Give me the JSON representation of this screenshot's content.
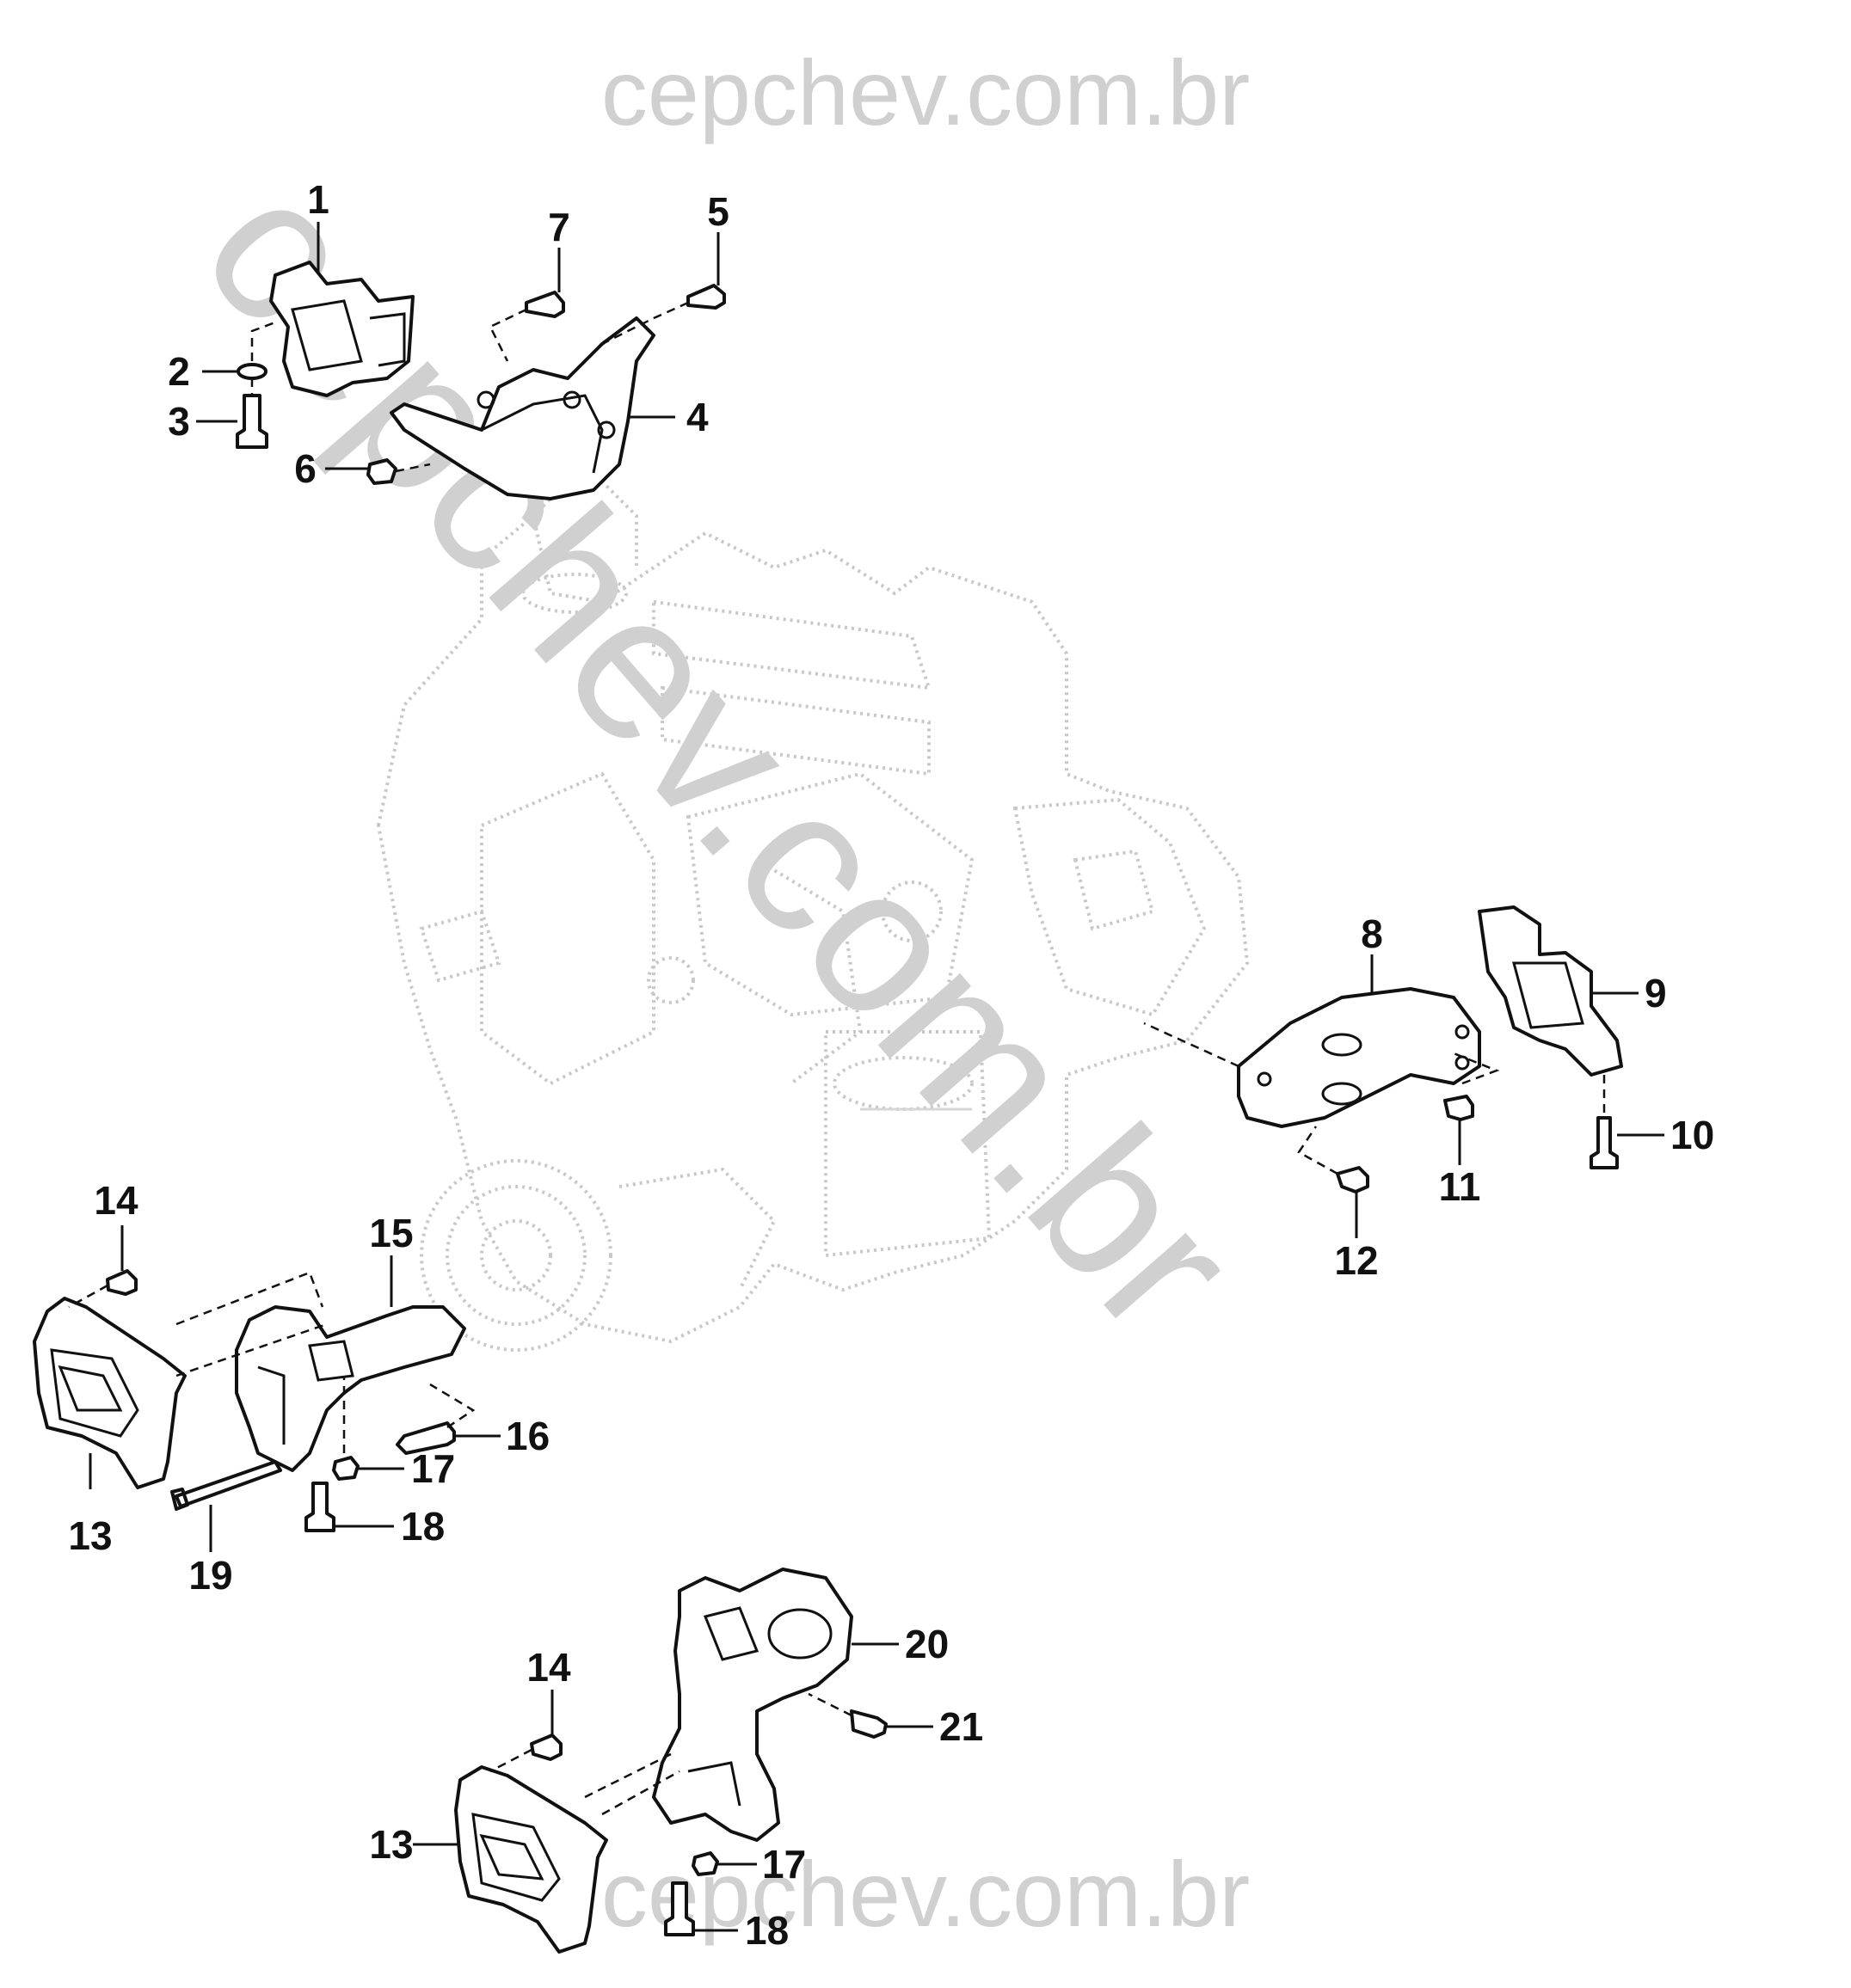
{
  "watermark": {
    "top": "cepchev.com.br",
    "diagonal": "cepchev.com.br",
    "bottom": "cepchev.com.br",
    "color": "#d0d0d0"
  },
  "callouts": [
    {
      "id": "1",
      "label": "1"
    },
    {
      "id": "2",
      "label": "2"
    },
    {
      "id": "3",
      "label": "3"
    },
    {
      "id": "4",
      "label": "4"
    },
    {
      "id": "5",
      "label": "5"
    },
    {
      "id": "6",
      "label": "6"
    },
    {
      "id": "7",
      "label": "7"
    },
    {
      "id": "8",
      "label": "8"
    },
    {
      "id": "9",
      "label": "9"
    },
    {
      "id": "10",
      "label": "10"
    },
    {
      "id": "11",
      "label": "11"
    },
    {
      "id": "12",
      "label": "12"
    },
    {
      "id": "13a",
      "label": "13"
    },
    {
      "id": "14a",
      "label": "14"
    },
    {
      "id": "15",
      "label": "15"
    },
    {
      "id": "16",
      "label": "16"
    },
    {
      "id": "17a",
      "label": "17"
    },
    {
      "id": "18a",
      "label": "18"
    },
    {
      "id": "19",
      "label": "19"
    },
    {
      "id": "20",
      "label": "20"
    },
    {
      "id": "21",
      "label": "21"
    },
    {
      "id": "14b",
      "label": "14"
    },
    {
      "id": "13b",
      "label": "13"
    },
    {
      "id": "17b",
      "label": "17"
    },
    {
      "id": "18b",
      "label": "18"
    }
  ]
}
